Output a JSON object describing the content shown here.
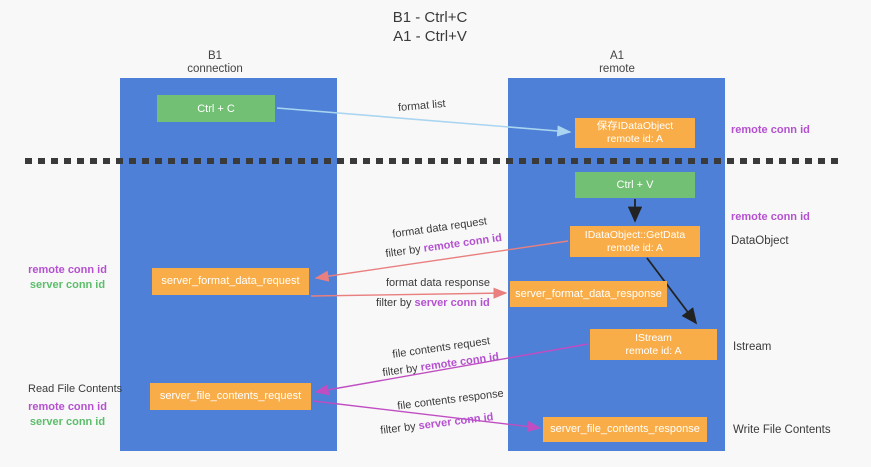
{
  "title": {
    "line1": "B1 - Ctrl+C",
    "line2": "A1 - Ctrl+V"
  },
  "columns": {
    "left": {
      "name": "B1",
      "role": "connection"
    },
    "right": {
      "name": "A1",
      "role": "remote"
    }
  },
  "boxes": {
    "ctrl_c": {
      "label": "Ctrl + C"
    },
    "ctrl_v": {
      "label": "Ctrl + V"
    },
    "save_dataobject": {
      "line1": "保存IDataObject",
      "line2": "remote id: A"
    },
    "getdata": {
      "line1": "IDataObject::GetData",
      "line2": "remote id: A"
    },
    "istream": {
      "line1": "IStream",
      "line2": "remote id: A"
    },
    "format_request": {
      "label": "server_format_data_request"
    },
    "format_response": {
      "label": "server_format_data_response"
    },
    "file_request": {
      "label": "server_file_contents_request"
    },
    "file_response": {
      "label": "server_file_contents_response"
    }
  },
  "labels": {
    "format_list": "format list",
    "filter_by": "filter by",
    "remote_conn_id": "remote conn id",
    "server_conn_id": "server conn id",
    "format_data_request": "format data request",
    "format_data_response": "format data response",
    "file_contents_request": "file contents request",
    "file_contents_response": "file contents response",
    "dataobject": "DataObject",
    "istream": "Istream",
    "read_file_contents": "Read File Contents",
    "write_file_contents": "Write File Contents"
  },
  "colors": {
    "column_blue": "#4d80d6",
    "box_green": "#72c073",
    "box_orange": "#f9ad49",
    "purple_text": "#b551d1",
    "green_text": "#5cbd6a",
    "arrow_salmon": "#e97f7f",
    "arrow_magenta": "#c04ec2",
    "arrow_lightblue": "#a9d5f0",
    "arrow_black": "#222222"
  }
}
